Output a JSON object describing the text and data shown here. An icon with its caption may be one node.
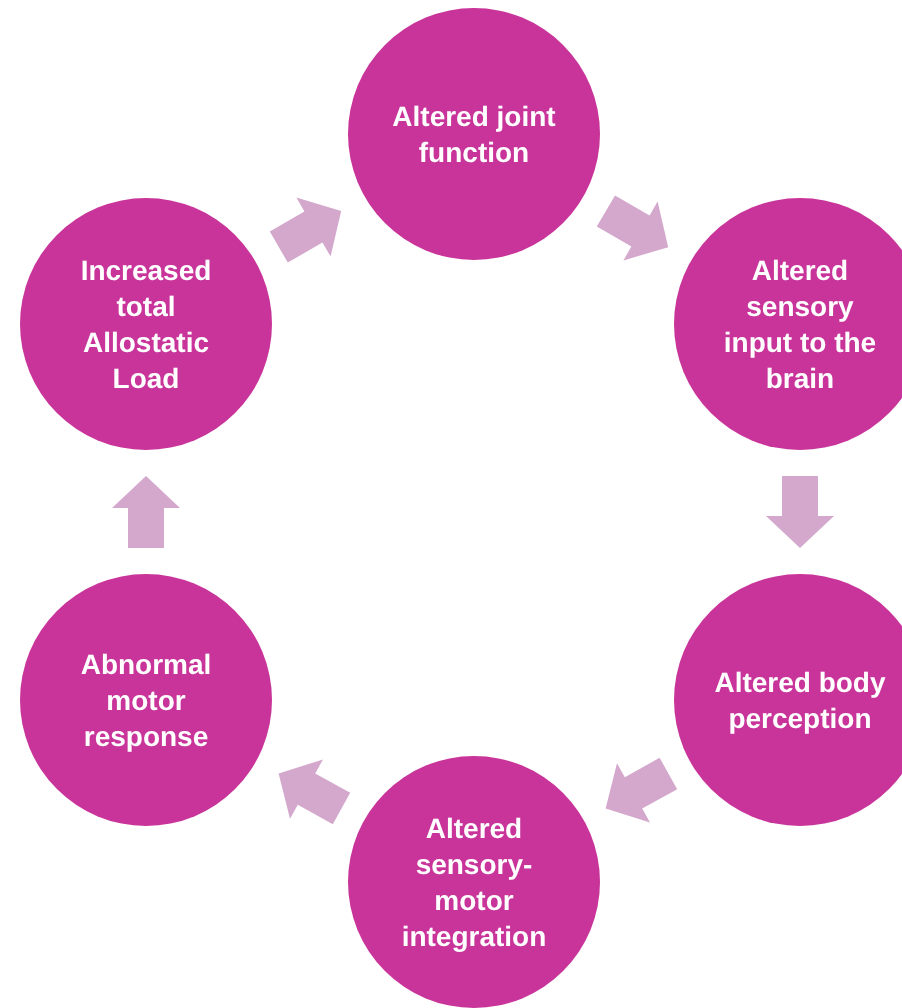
{
  "diagram": {
    "nodes": [
      {
        "text": [
          "Altered joint function"
        ]
      },
      {
        "text": [
          "Altered sensory input to the brain"
        ]
      },
      {
        "text": [
          "Altered body perception"
        ]
      },
      {
        "text": [
          "Altered sensory-motor integration"
        ]
      },
      {
        "text": [
          "Abnormal motor response"
        ]
      },
      {
        "text": [
          "Increased total Allostatic Load"
        ]
      }
    ],
    "edges": [
      {
        "from": 0,
        "to": 1,
        "arrow": "to"
      },
      {
        "from": 1,
        "to": 2,
        "arrow": "to"
      },
      {
        "from": 2,
        "to": 3,
        "arrow": "to"
      },
      {
        "from": 3,
        "to": 4,
        "arrow": "to"
      },
      {
        "from": 4,
        "to": 5,
        "arrow": "to"
      },
      {
        "from": 5,
        "to": 0,
        "arrow": "to"
      }
    ]
  }
}
